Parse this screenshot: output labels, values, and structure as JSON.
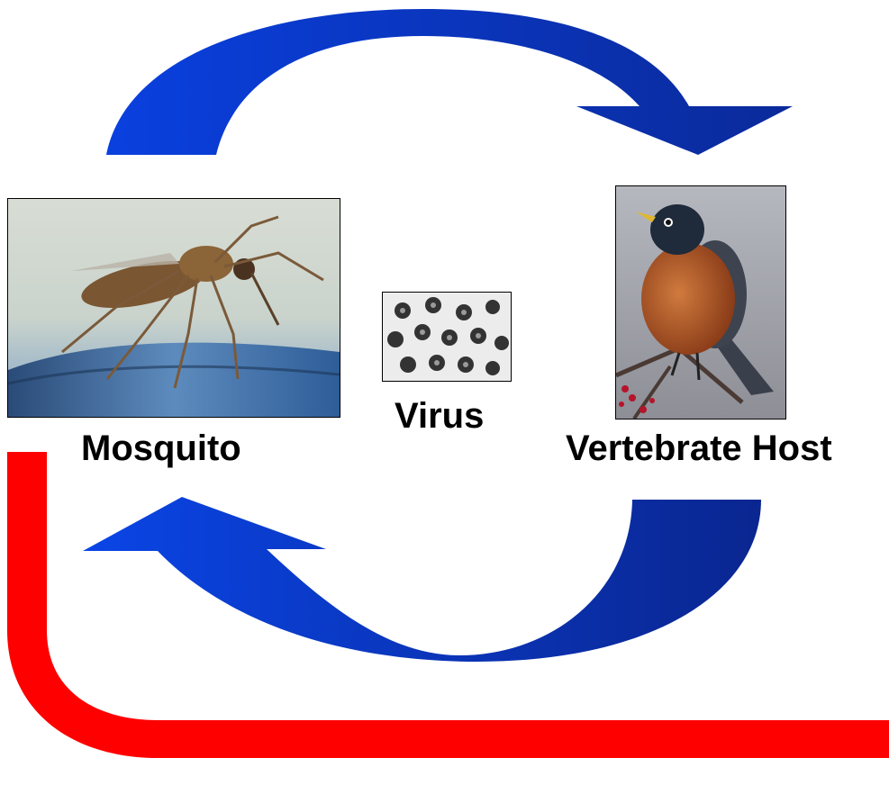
{
  "diagram": {
    "mosquito_label": "Mosquito",
    "virus_label": "Virus",
    "host_label": "Vertebrate Host"
  },
  "colors": {
    "cycle_arrow": "#0a3fd8",
    "cycle_arrow_dark": "#0a2a9c",
    "transmission_path": "#ff0000"
  },
  "icons": {
    "mosquito": "mosquito-photo",
    "virus": "virus-micrograph",
    "host": "robin-bird-photo"
  }
}
